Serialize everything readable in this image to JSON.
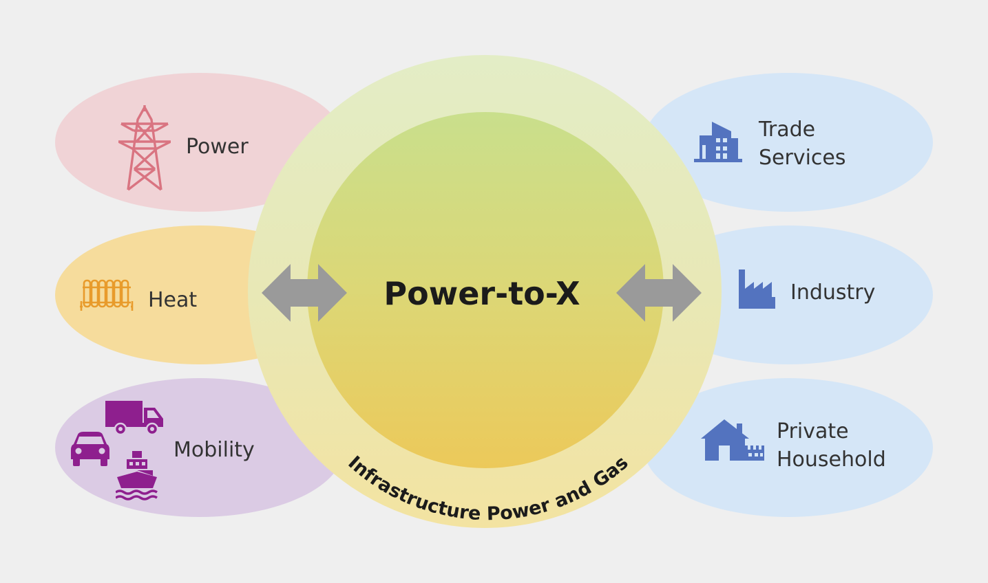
{
  "center": {
    "title": "Power-to-X"
  },
  "ring": {
    "label": "Infrastructure Power and Gas"
  },
  "left": {
    "power": {
      "label": "Power",
      "icon": "power-pylon-icon"
    },
    "heat": {
      "label": "Heat",
      "icon": "radiator-icon"
    },
    "mobility": {
      "label": "Mobility",
      "icons": [
        "truck-icon",
        "car-icon",
        "ship-icon"
      ]
    }
  },
  "right": {
    "trade": {
      "label_line1": "Trade",
      "label_line2": "Services",
      "icon": "office-building-icon"
    },
    "industry": {
      "label": "Industry",
      "icon": "factory-icon"
    },
    "household": {
      "label_line1": "Private",
      "label_line2": "Household",
      "icon": "house-icon"
    }
  },
  "colors": {
    "background": "#efefef",
    "power": "#f0d3d6",
    "heat": "#f6dc9c",
    "mobility": "#dbcbe4",
    "consumers": "#d5e6f7",
    "power_icon": "#d97481",
    "heat_icon": "#e89b2b",
    "mobility_icon": "#8e1f8e",
    "consumer_icon": "#5373bf",
    "arrow": "#9a9a9a"
  }
}
